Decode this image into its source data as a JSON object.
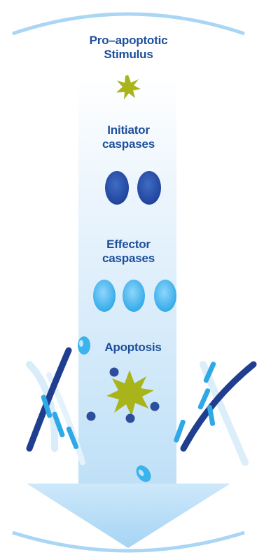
{
  "diagram": {
    "stages": [
      {
        "id": "stimulus",
        "lines": [
          "Pro–apoptotic",
          "Stimulus"
        ]
      },
      {
        "id": "initiator",
        "lines": [
          "Initiator",
          "caspases"
        ]
      },
      {
        "id": "effector",
        "lines": [
          "Effector",
          "caspases"
        ]
      },
      {
        "id": "apoptosis",
        "lines": [
          "Apoptosis"
        ]
      }
    ],
    "colors": {
      "text": "#1d4f9a",
      "arrow_light": "#e8f3fc",
      "arrow_mid": "#b9dcf6",
      "initiator_caspase": "#2a4ea8",
      "effector_caspase": "#3bb3ec",
      "stimulus_star": "#a8b41a",
      "dna_dark": "#1f3e8f",
      "dna_light": "#2fa8e6",
      "fragment": "#2d4e9c"
    },
    "icons": {
      "stimulus": "starburst-icon",
      "initiator": "oval-dark-blue-icon",
      "effector": "oval-light-blue-icon",
      "apoptosis": "starburst-icon"
    }
  }
}
